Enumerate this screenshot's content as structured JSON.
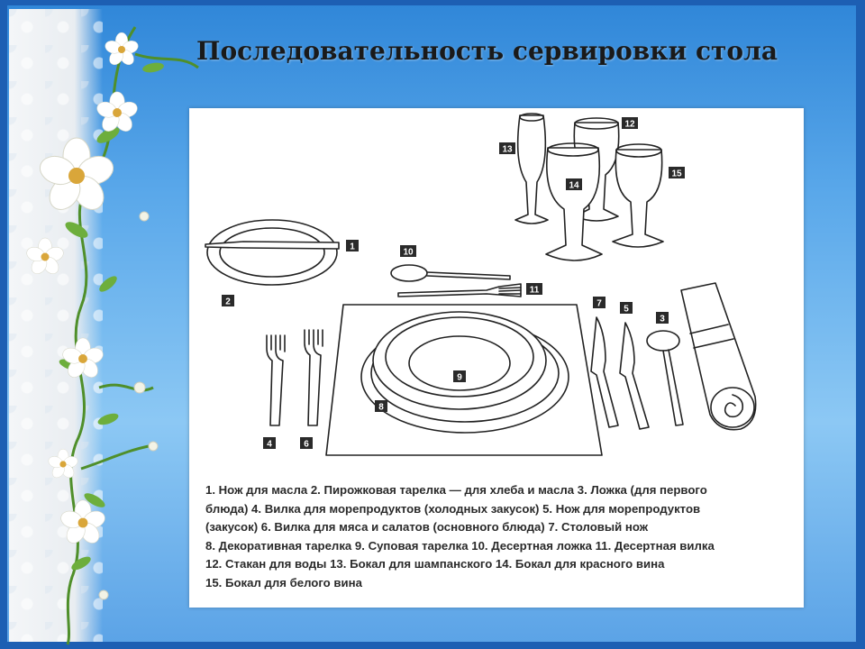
{
  "title": "Последовательность сервировки стола",
  "callouts": [
    "1",
    "2",
    "3",
    "4",
    "5",
    "6",
    "7",
    "8",
    "9",
    "10",
    "11",
    "12",
    "13",
    "14",
    "15"
  ],
  "legend_lines": [
    "1. Нож для масла 2. Пирожковая тарелка — для хлеба и масла 3. Ложка (для первого",
    "блюда) 4. Вилка для морепродуктов (холодных закусок) 5. Нож для морепродуктов",
    "(закусок) 6. Вилка для мяса и салатов (основного блюда) 7. Столовый нож",
    "8. Декоративная тарелка 9. Суповая тарелка 10. Десертная ложка 11. Десертная вилка",
    "12. Стакан для воды 13. Бокал для шампанского 14. Бокал для красного вина",
    "15. Бокал для белого вина"
  ],
  "icons": [
    "flower-vine-decoration",
    "bread-plate-icon",
    "butter-knife-icon",
    "soup-plate-icon",
    "charger-plate-icon",
    "placemat-icon",
    "fork-icon",
    "knife-icon",
    "spoon-icon",
    "napkin-icon",
    "glass-icon"
  ]
}
